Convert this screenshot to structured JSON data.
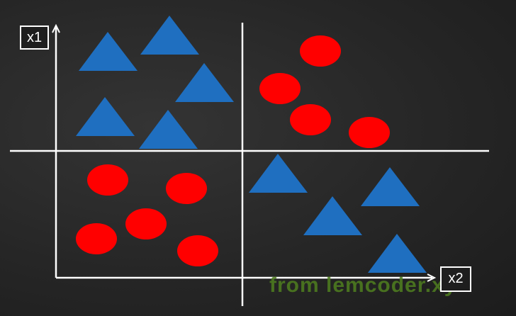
{
  "labels": {
    "x1": "x1",
    "x2": "x2"
  },
  "watermark": "from lemcoder.xyz",
  "colors": {
    "background": "#2a2a2a",
    "lines": "#ffffff",
    "triangle": "#1f6fc0",
    "circle": "#ff0000",
    "watermark": "#4f7f1f"
  },
  "diagram": {
    "description_type": "XOR-like classification scatter",
    "quadrants": {
      "top_left": {
        "shape": "triangle",
        "count": 5
      },
      "top_right": {
        "shape": "circle",
        "count": 4
      },
      "bottom_left": {
        "shape": "circle",
        "count": 5
      },
      "bottom_right": {
        "shape": "triangle",
        "count": 4
      }
    }
  }
}
